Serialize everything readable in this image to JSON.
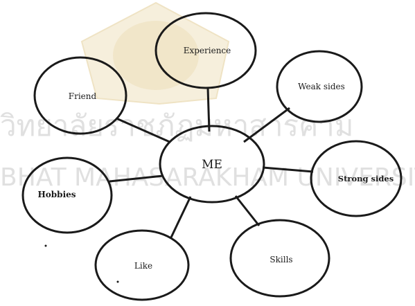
{
  "diagram": {
    "center": {
      "label": "ME"
    },
    "nodes": [
      {
        "id": "experience",
        "label": "Experience"
      },
      {
        "id": "weak-sides",
        "label": "Weak sides"
      },
      {
        "id": "strong-sides",
        "label": "Strong sides"
      },
      {
        "id": "skills",
        "label": "Skills"
      },
      {
        "id": "like",
        "label": "Like"
      },
      {
        "id": "hobbies",
        "label": "Hobbies"
      },
      {
        "id": "friend",
        "label": "Friend"
      }
    ]
  },
  "watermark": {
    "thai_line": "วิทยาลัยราชภัฏมหาสารคาม",
    "english_line": "BHAT MAHASARAKHAM UNIVERSITY"
  },
  "colors": {
    "ink": "#1a1a1a",
    "watermark": "#e0e0e0",
    "seal": "#f4ecd6"
  }
}
